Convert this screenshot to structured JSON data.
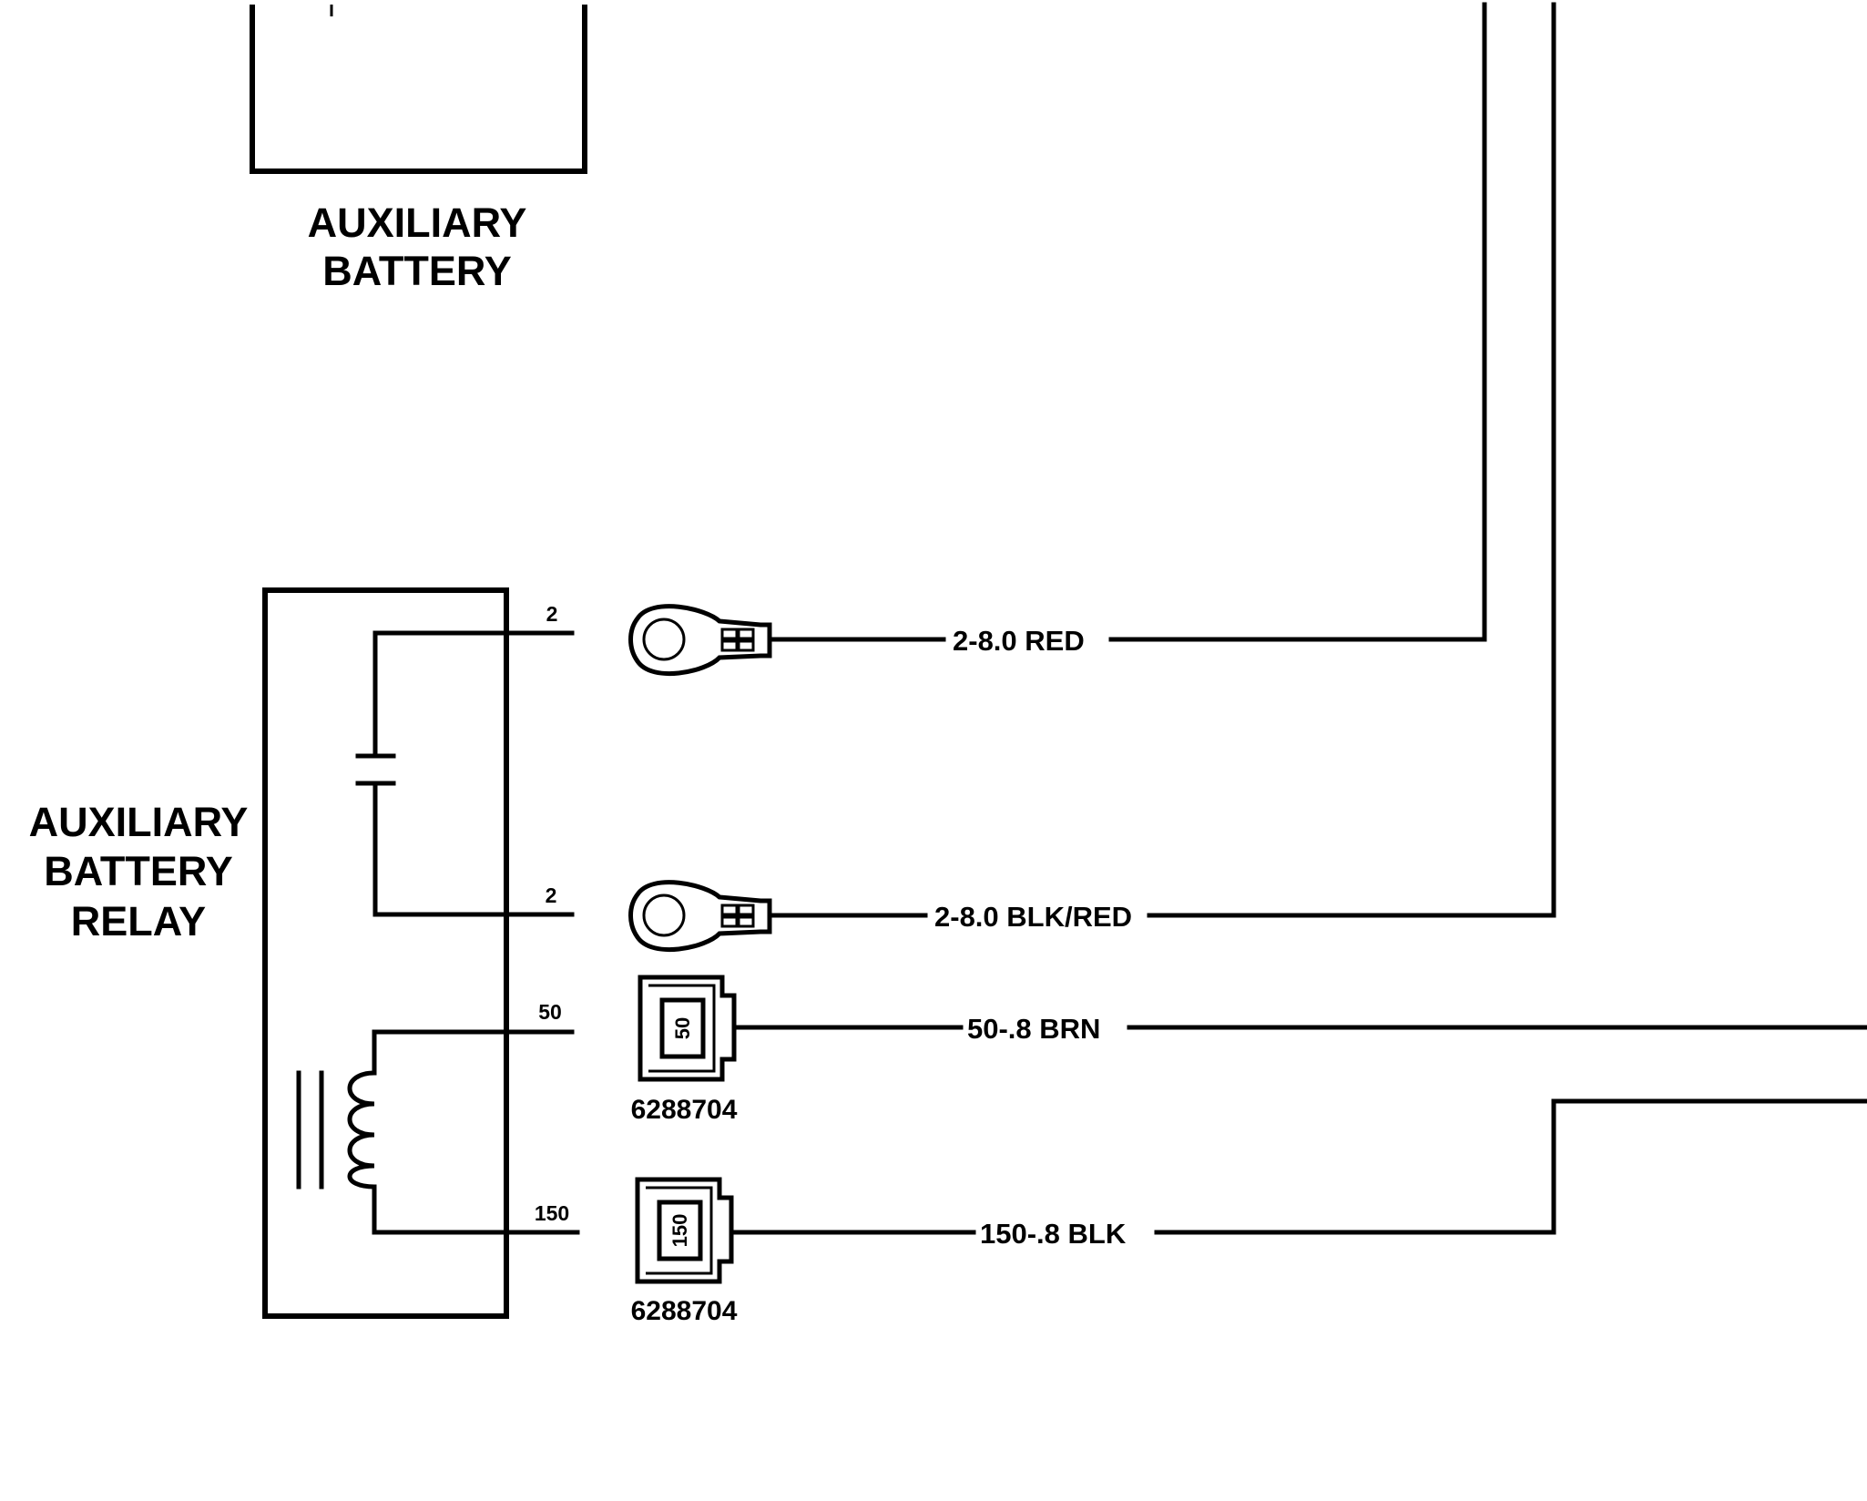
{
  "components": {
    "auxiliary_battery": {
      "line1": "AUXILIARY",
      "line2": "BATTERY"
    },
    "auxiliary_battery_relay": {
      "line1": "AUXILIARY",
      "line2": "BATTERY",
      "line3": "RELAY"
    }
  },
  "pins": {
    "pin_a": "2",
    "pin_b": "2",
    "pin_c": "50",
    "pin_d": "150"
  },
  "wires": {
    "red": "2-8.0 RED",
    "blk_red": "2-8.0 BLK/RED",
    "brn": "50-.8 BRN",
    "blk": "150-.8 BLK"
  },
  "connectors": {
    "conn_50_number": "50",
    "conn_150_number": "150",
    "conn_50_part": "6288704",
    "conn_150_part": "6288704"
  }
}
